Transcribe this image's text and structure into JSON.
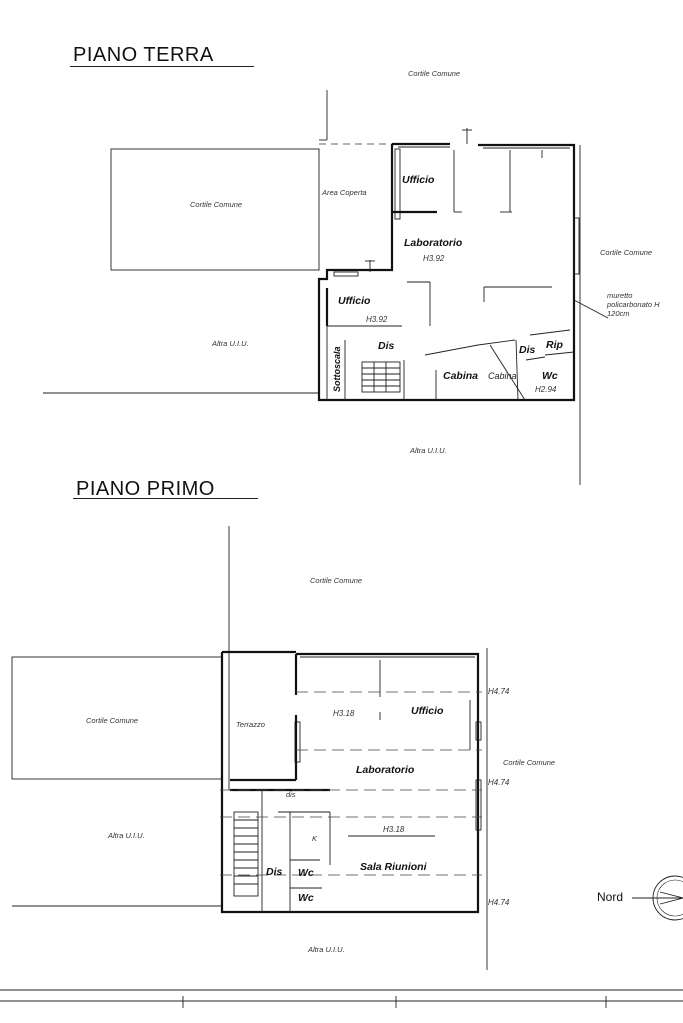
{
  "ground_floor": {
    "title": "PIANO TERRA",
    "labels": {
      "cortile_top": "Cortile Comune",
      "cortile_left": "Cortile Comune",
      "cortile_right": "Cortile Comune",
      "area_coperta": "Area Coperta",
      "altra_uiu_left": "Altra U.I.U.",
      "altra_uiu_bottom": "Altra U.I.U.",
      "murretto_line1": "muretto",
      "murretto_line2": "policarbonato H",
      "murretto_line3": "120cm"
    },
    "rooms": {
      "ufficio_1": "Ufficio",
      "laboratorio": "Laboratorio",
      "h_laboratorio": "H3.92",
      "ufficio_2": "Ufficio",
      "h_ufficio_2": "H3.92",
      "sottoscala": "Sottoscala",
      "dis_1": "Dis",
      "cabina_1": "Cabina",
      "cabina_2": "Cabina",
      "dis_2": "Dis",
      "rip": "Rip",
      "wc": "Wc",
      "h_wc": "H2.94"
    }
  },
  "first_floor": {
    "title": "PIANO PRIMO",
    "labels": {
      "cortile_top": "Cortile Comune",
      "cortile_left": "Cortile Comune",
      "cortile_right": "Cortile Comune",
      "terrazzo": "Terrazzo",
      "altra_uiu_left": "Altra U.I.U.",
      "altra_uiu_bottom": "Altra U.I.U.",
      "nord": "Nord"
    },
    "rooms": {
      "h_top": "H4.74",
      "h_ufficio": "H3.18",
      "ufficio": "Ufficio",
      "laboratorio": "Laboratorio",
      "h_mid": "H4.74",
      "dis_small": "dis",
      "h_sala": "H3.18",
      "k": "K",
      "sala_riunioni": "Sala Riunioni",
      "dis": "Dis",
      "wc_1": "Wc",
      "wc_2": "Wc",
      "h_bottom": "H4.74"
    }
  }
}
